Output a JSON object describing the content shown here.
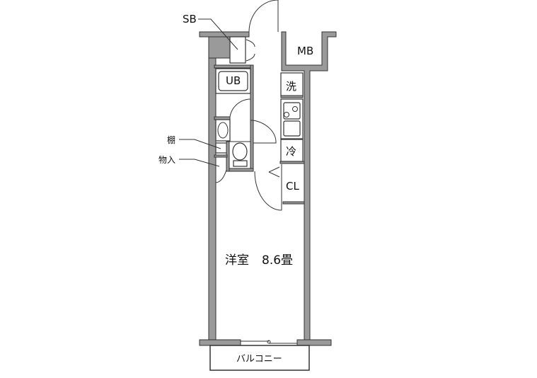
{
  "labels": {
    "sb": "SB",
    "mb": "MB",
    "ub": "UB",
    "washer": "洗",
    "fridge": "冷",
    "closet": "CL",
    "shelf": "棚",
    "storage": "物入",
    "room_name": "洋室",
    "room_size": "8.6畳",
    "balcony": "バルコニー"
  }
}
